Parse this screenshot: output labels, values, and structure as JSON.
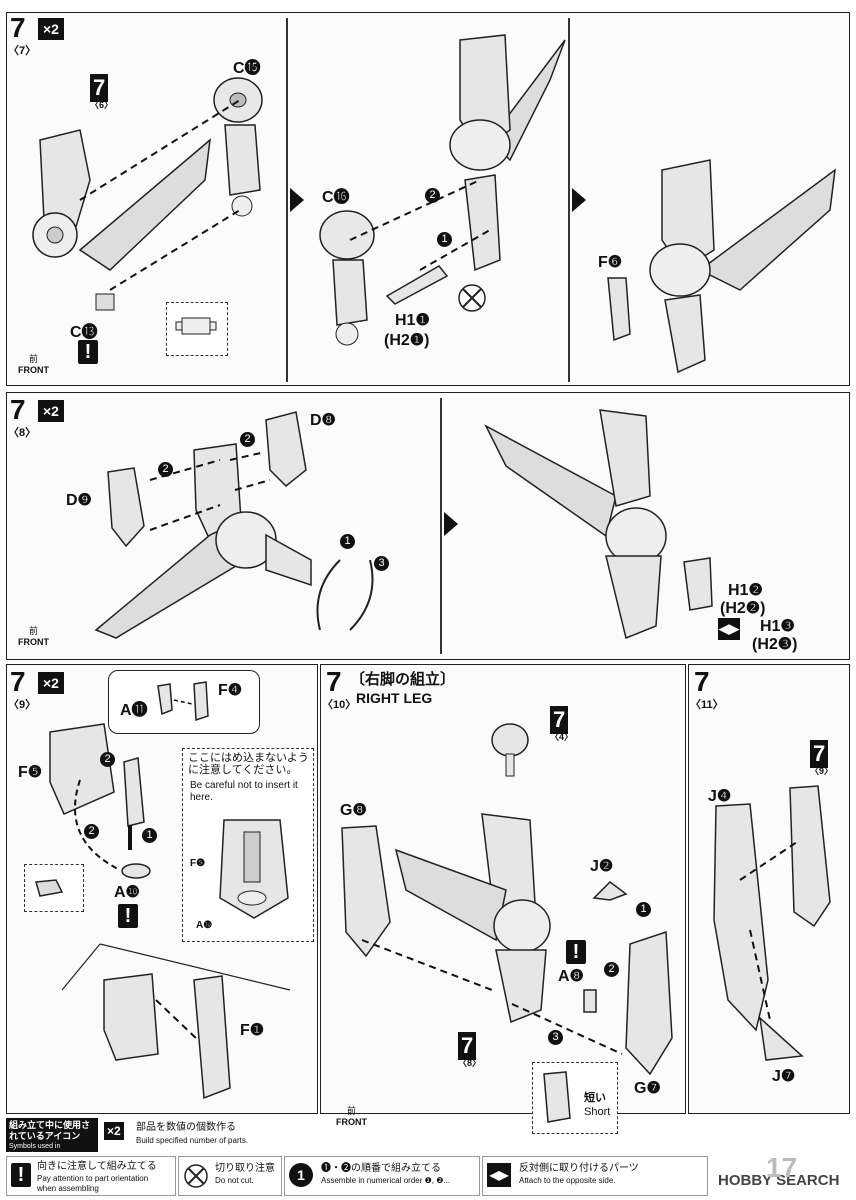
{
  "step1": {
    "num": "7",
    "sub": "〈7〉",
    "mult": "×2",
    "ref": {
      "num": "7",
      "sub": "〈6〉"
    },
    "labels": {
      "c15": "C⓯",
      "c13": "C⓭",
      "c16": "C⓰",
      "h1": "H1❶",
      "h2": "(H2❶)",
      "f6": "F❻"
    },
    "front": "FRONT",
    "front_jp": "前"
  },
  "step2": {
    "num": "7",
    "sub": "〈8〉",
    "mult": "×2",
    "labels": {
      "d8": "D❽",
      "d9": "D❾",
      "h1a": "H1❷",
      "h2a": "(H2❷)",
      "h1b": "H1❸",
      "h2b": "(H2❸)"
    },
    "front": "FRONT",
    "front_jp": "前"
  },
  "step3": {
    "num": "7",
    "sub": "〈9〉",
    "mult": "×2",
    "labels": {
      "a11": "A⓫",
      "f4": "F❹",
      "f5": "F❺",
      "a10": "A❿",
      "f1": "F❶",
      "f5b": "F❺",
      "a10b": "A❿"
    },
    "caution_jp": "ここにはめ込まないように注意してください。",
    "caution_en": "Be careful not to insert it here."
  },
  "step4": {
    "num": "7",
    "sub": "〈10〉",
    "title_jp": "〔右脚の組立〕",
    "title_en": "RIGHT LEG",
    "ref_top": {
      "num": "7",
      "sub": "〈4〉"
    },
    "ref_bottom": {
      "num": "7",
      "sub": "〈8〉"
    },
    "labels": {
      "g8": "G❽",
      "j2": "J❷",
      "a8": "A❽",
      "g7": "G❼"
    },
    "short_jp": "短い",
    "short_en": "Short",
    "front": "FRONT",
    "front_jp": "前"
  },
  "step5": {
    "num": "7",
    "sub": "〈11〉",
    "ref": {
      "num": "7",
      "sub": "〈9〉"
    },
    "labels": {
      "j4": "J❹",
      "j7": "J❼"
    }
  },
  "legend": {
    "title_jp": "組み立て中に使用されているアイコン",
    "title_en": "Symbols used in instructions",
    "x2_label": "×2",
    "x2_jp": "部品を数値の個数作る",
    "x2_en": "Build specified number of parts.",
    "excl_jp": "向きに注意して組み立てる",
    "excl_en1": "Pay attention to part orientation",
    "excl_en2": "when assembling",
    "cut_jp": "切り取り注意",
    "cut_en": "Do not cut.",
    "order_jp": "❶・❷の順番で組み立てる",
    "order_en": "Assemble in numerical order ❶, ❷...",
    "opp_jp": "反対側に取り付けるパーツ",
    "opp_en": "Attach to the opposite side.",
    "page": "17",
    "watermark": "HOBBY SEARCH"
  }
}
